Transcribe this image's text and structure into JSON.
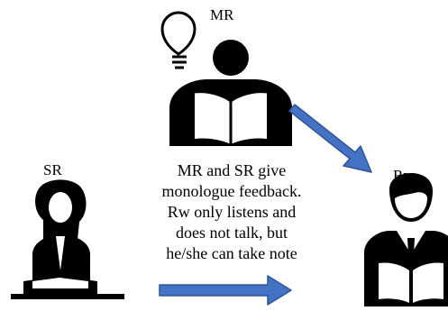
{
  "labels": {
    "mr": "MR",
    "sr": "SR",
    "rw": "Rw"
  },
  "description": {
    "lines": [
      "MR and SR give",
      "monologue feedback.",
      "Rw only listens and",
      "does not talk, but",
      "he/she can take note"
    ]
  },
  "icons": [
    "lightbulb-icon",
    "reader-icon",
    "female-reader-icon",
    "male-reader-icon"
  ],
  "colors": {
    "arrow_fill": "#4472c4",
    "arrow_stroke": "#2f5597",
    "figure": "#000000"
  }
}
